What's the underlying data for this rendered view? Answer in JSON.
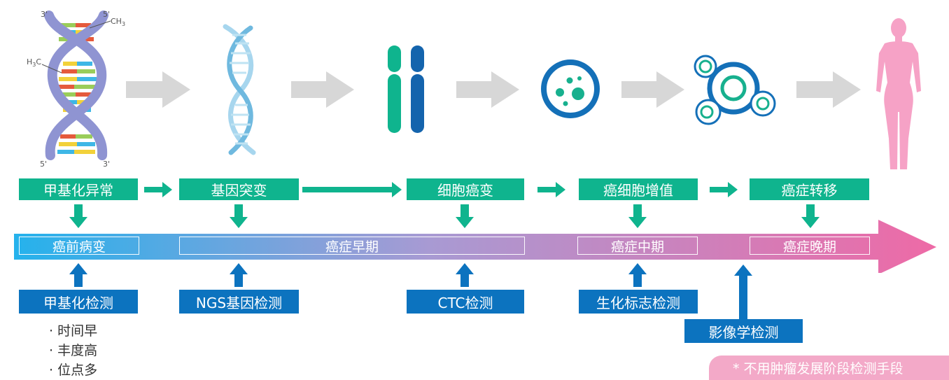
{
  "dna_labels": {
    "top_left": "3'",
    "top_right": "5'",
    "bottom_left": "5'",
    "bottom_right": "3'",
    "methyl_top": "CH",
    "methyl_top_sub": "3",
    "methyl_left": "H",
    "methyl_left_sub": "3",
    "methyl_left_tail": "C"
  },
  "events": [
    "甲基化异常",
    "基因突变",
    "细胞癌变",
    "癌细胞增值",
    "癌症转移"
  ],
  "stages": [
    "癌前病变",
    "癌症早期",
    "癌症中期",
    "癌症晚期"
  ],
  "detections": [
    "甲基化检测",
    "NGS基因检测",
    "CTC检测",
    "生化标志检测",
    "影像学检测"
  ],
  "methylation_features": [
    "· 时间早",
    "· 丰度高",
    "· 位点多"
  ],
  "footnote": "* 不用肿瘤发展阶段检测手段",
  "colors": {
    "event_green": "#0fb48e",
    "detection_blue": "#0c73bf",
    "timeline_start": "#25b2ec",
    "timeline_end": "#ee6aa6",
    "body_pink": "#f6a2c6",
    "dna_purple": "#8f94d2"
  }
}
